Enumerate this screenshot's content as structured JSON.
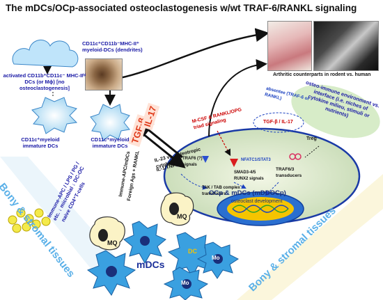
{
  "title": "The mDCs/OCp-associated osteoclastogenesis w/wt TRAF-6/RANKL signaling",
  "dc_photo_label": "CD11c⁺CD11b⁻MHC-II⁺ myeloid-DCs (dendrites)",
  "arthritis_caption": "Arthritic counterparts in rodent vs. human",
  "activated_dcs": "activated CD11b⁺CD11c⁻ MHC-IIʰⁱ DCs (or Mϕ) [no osteoclastogenesis]",
  "immature_left": "CD11c⁺myeloid immature DCs",
  "immature_center": "CD11c⁺myeloid immature DCs",
  "tgf_beta": "TGF-β",
  "il17": "IL-17",
  "triad": "M-CSF & RANKL/OPG triad signaling",
  "il23": "IL-23 vs. osteotropic cytokines",
  "il1_tnf": "IL-1/TNF-α",
  "immune_apc": "Immune-APC/mDCs",
  "foreign_ags": "Foreign Ags + RANKL",
  "immune_bottom": "Immune-APC / LPS / PG / etc. ↓ microbial ↓ DC-OC",
  "naive_t": "naive CD4⁺T-cells",
  "osteo_env": "osteo-immune environment vs. interface (i.e. niches of cytokine milieu, stimuli or nutrients)",
  "absentee": "absentee (TRAF-6 or RANKL)",
  "tgfb_il17_small": "TGF-β / IL-17",
  "treg": "Treg",
  "traf6_signals": "TRAF6 (?) signals",
  "smad": "SMAD3-4/5 RUNX2 signals",
  "traf_transducers": "TRAF6/3 transducers",
  "nfatc1": "NFATC1/STAT3",
  "tak_tab": "TAK / TAB complex transducers",
  "ocp_label": "OCp & mDCs (mDDOCp)",
  "ocp_sub": "osteoclast development",
  "stromal_left": "Bony & stromal tissues",
  "stromal_right": "Bony & stromal tissues",
  "mq1": "MQ",
  "mq2": "MQ",
  "mo1": "Mo",
  "mo2": "Mo",
  "mdcs": "mDCs",
  "dc": "DC"
}
